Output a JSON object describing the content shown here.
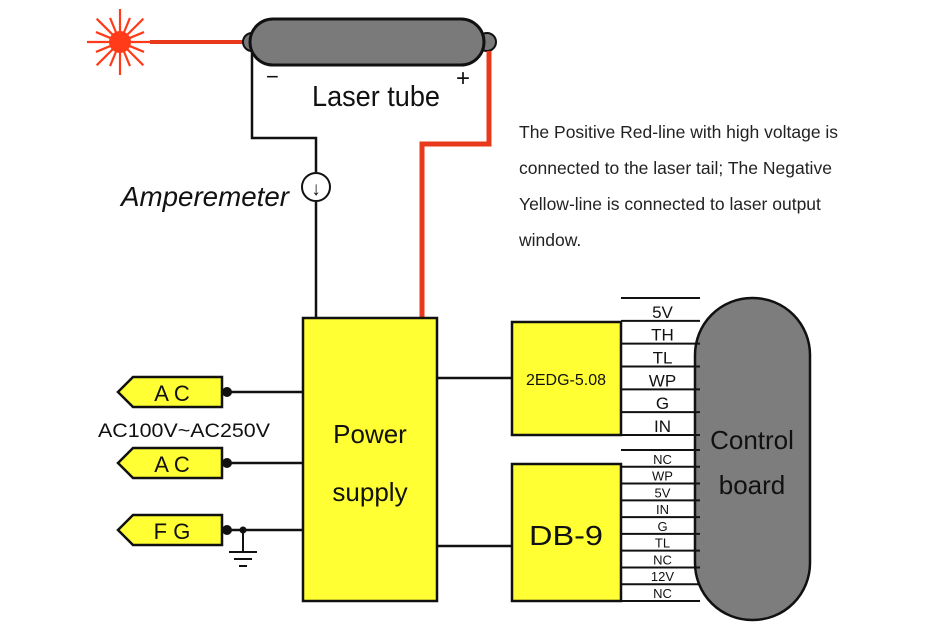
{
  "laser_tube": {
    "label": "Laser tube",
    "negative_sign": "−",
    "positive_sign": "+"
  },
  "amperemeter": {
    "label": "Amperemeter",
    "symbol": "↓"
  },
  "description": {
    "lines": [
      "The Positive Red-line with high voltage is",
      "connected to the laser tail; The Negative",
      "Yellow-line is connected to laser output",
      "window."
    ]
  },
  "power_supply": {
    "line1": "Power",
    "line2": "supply"
  },
  "inputs": {
    "ac1": "A C",
    "ac2": "A C",
    "fg": "F G",
    "voltage_range": "AC100V~AC250V"
  },
  "connector_2edg": {
    "label": "2EDG-5.08",
    "pins": [
      "5V",
      "TH",
      "TL",
      "WP",
      "G",
      "IN"
    ]
  },
  "connector_db9": {
    "label": "DB-9",
    "pins": [
      "NC",
      "WP",
      "5V",
      "IN",
      "G",
      "TL",
      "NC",
      "12V",
      "NC"
    ]
  },
  "control_board": {
    "line1": "Control",
    "line2": "board"
  },
  "colors": {
    "yellow_fill": "#ffff33",
    "red_wire": "#e8391d",
    "tube_gray": "#7a7a7a",
    "board_gray": "#7d7d7d",
    "laser_red": "#ff3b1a"
  }
}
